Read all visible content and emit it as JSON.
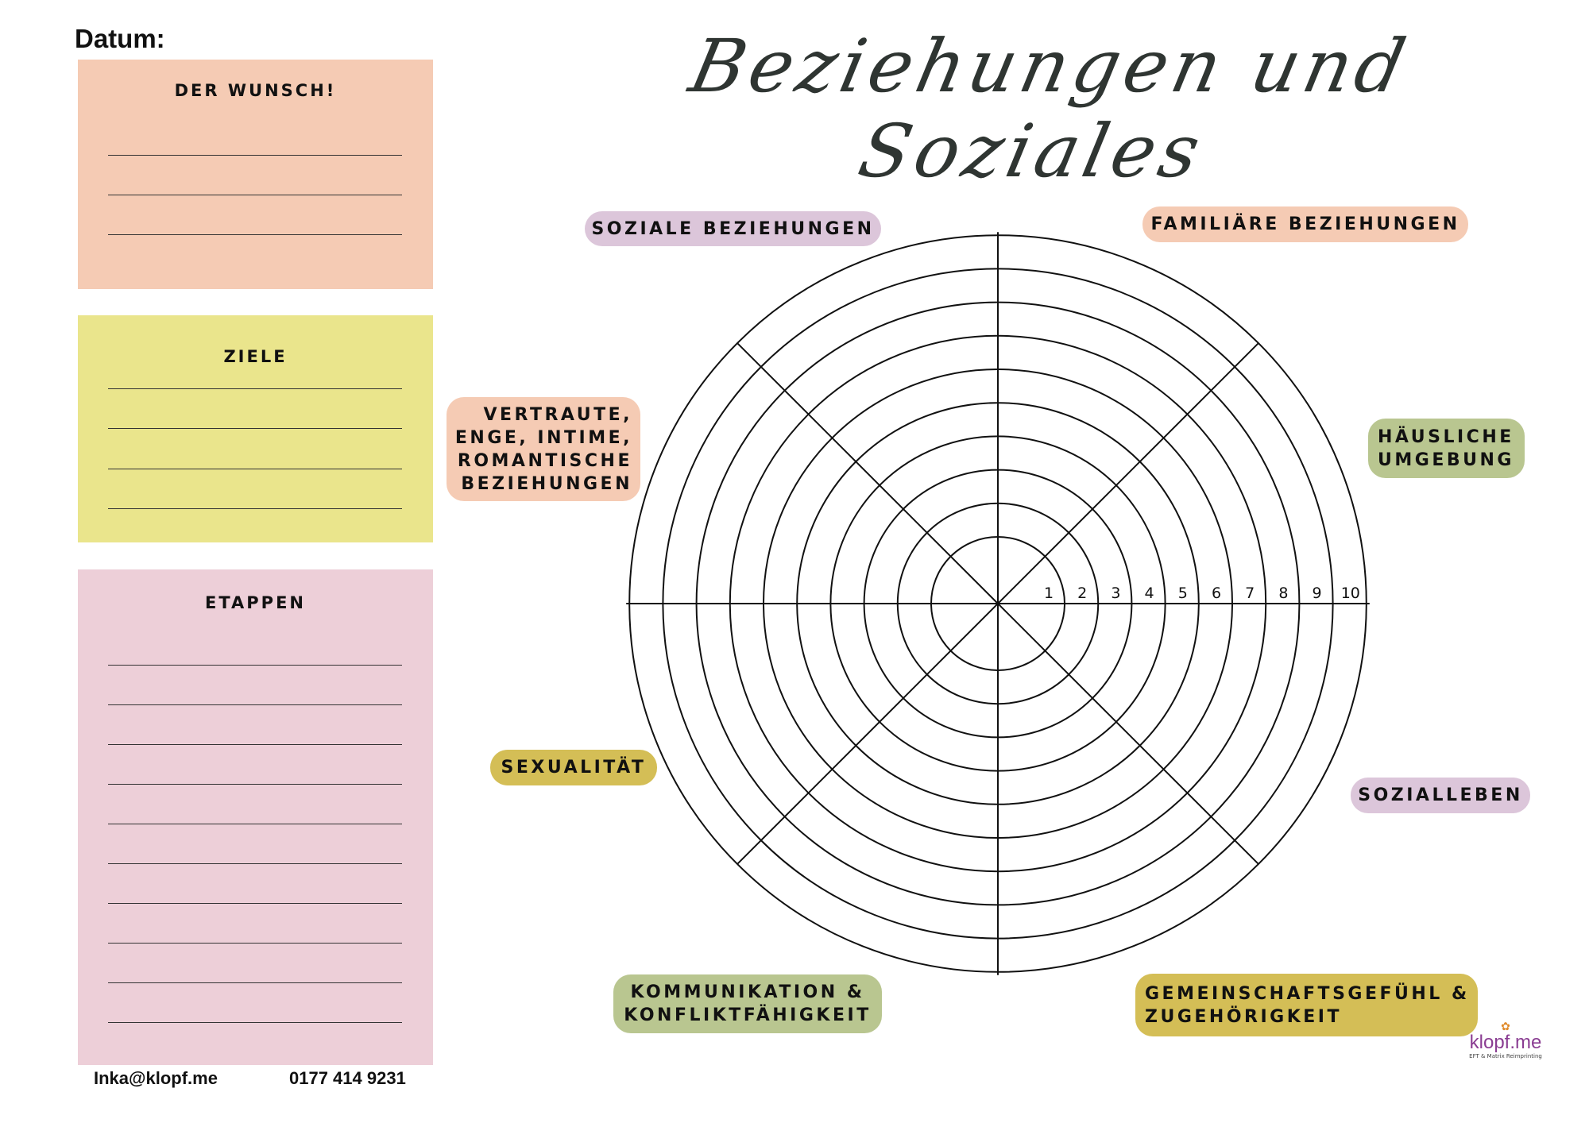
{
  "datum_label": "Datum:",
  "title": "Beziehungen und Soziales",
  "boxes": {
    "wunsch": "DER WUNSCH!",
    "ziele": "ZIELE",
    "etappen": "ETAPPEN"
  },
  "labels": {
    "soziale": "SOZIALE BEZIEHUNGEN",
    "familiaere": "FAMILIÄRE BEZIEHUNGEN",
    "vertraute": [
      "VERTRAUTE,",
      "ENGE, INTIME,",
      "ROMANTISCHE",
      "BEZIEHUNGEN"
    ],
    "haeusliche": [
      "HÄUSLICHE",
      "UMGEBUNG"
    ],
    "sexualitaet": "SEXUALITÄT",
    "sozialleben": "SOZIALLEBEN",
    "kommunikation": [
      "KOMMUNIKATION &",
      "KONFLIKTFÄHIGKEIT"
    ],
    "gemeinschaft": [
      "GEMEINSCHAFTSGEFÜHL &",
      "ZUGEHÖRIGKEIT"
    ]
  },
  "scale": [
    "1",
    "2",
    "3",
    "4",
    "5",
    "6",
    "7",
    "8",
    "9",
    "10"
  ],
  "footer": {
    "email": "Inka@klopf.me",
    "phone": "0177 414 9231"
  },
  "logo": {
    "name": "klopf.me",
    "tagline": "EFT & Matrix Reimprinting"
  },
  "colors": {
    "peach": "#f5cbb4",
    "yellow": "#eae58c",
    "pink": "#edcfd8",
    "lilac": "#dcc6da",
    "green": "#b9c690",
    "mustard": "#d4be56"
  }
}
